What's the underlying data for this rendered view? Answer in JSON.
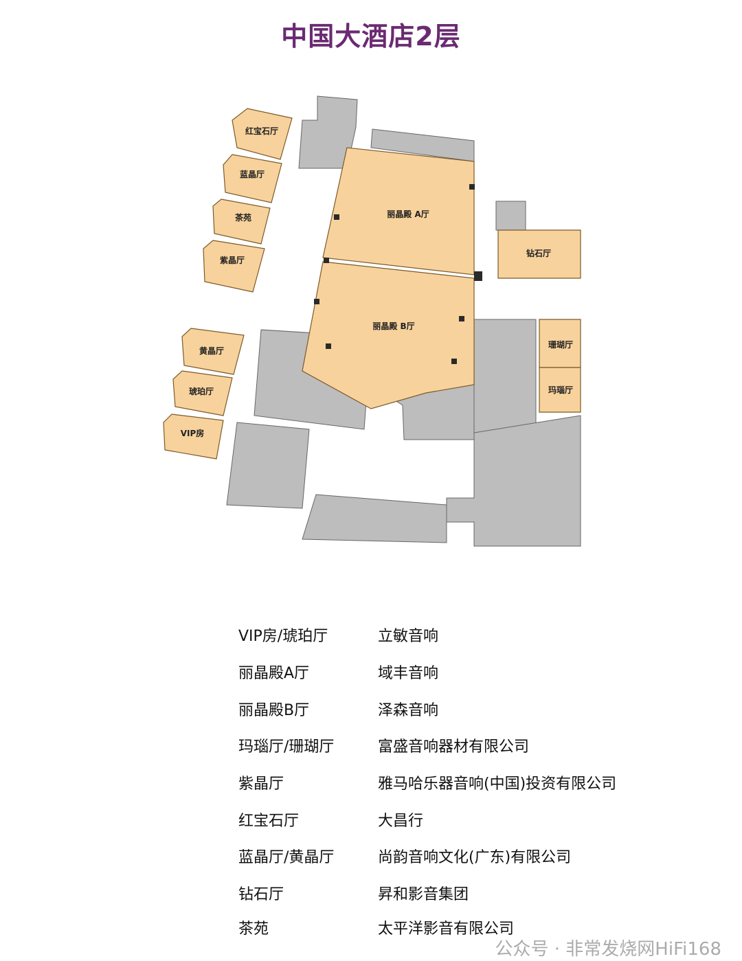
{
  "title": "中国大酒店2层",
  "floor_plan": {
    "rooms": [
      {
        "id": "ruby",
        "label": "红宝石厅"
      },
      {
        "id": "blue",
        "label": "蓝晶厅"
      },
      {
        "id": "tea",
        "label": "茶苑"
      },
      {
        "id": "purple",
        "label": "紫晶厅"
      },
      {
        "id": "yellow",
        "label": "黄晶厅"
      },
      {
        "id": "amber",
        "label": "琥珀厅"
      },
      {
        "id": "vip",
        "label": "VIP房"
      },
      {
        "id": "grandA",
        "label": "丽晶殿 A厅"
      },
      {
        "id": "grandB",
        "label": "丽晶殿 B厅"
      },
      {
        "id": "diamond",
        "label": "钻石厅"
      },
      {
        "id": "coral",
        "label": "珊瑚厅"
      },
      {
        "id": "agate",
        "label": "玛瑙厅"
      }
    ],
    "colors": {
      "room": "#f8d29c",
      "service": "#bdbdbd",
      "line": "#555555"
    }
  },
  "assignments": [
    {
      "hall": "VIP房/琥珀厅",
      "vendor": "立敏音响"
    },
    {
      "hall": "丽晶殿A厅",
      "vendor": "域丰音响"
    },
    {
      "hall": "丽晶殿B厅",
      "vendor": "泽森音响"
    },
    {
      "hall": "玛瑙厅/珊瑚厅",
      "vendor": "富盛音响器材有限公司"
    },
    {
      "hall": "紫晶厅",
      "vendor": "雅马哈乐器音响(中国)投资有限公司"
    },
    {
      "hall": "红宝石厅",
      "vendor": "大昌行"
    },
    {
      "hall": "蓝晶厅/黄晶厅",
      "vendor": "尚韵音响文化(广东)有限公司"
    },
    {
      "hall": "钻石厅",
      "vendor": "昇和影音集团"
    },
    {
      "hall": "茶苑",
      "vendor": "太平洋影音有限公司"
    }
  ],
  "watermark": "公众号 · 非常发烧网HiFi168"
}
